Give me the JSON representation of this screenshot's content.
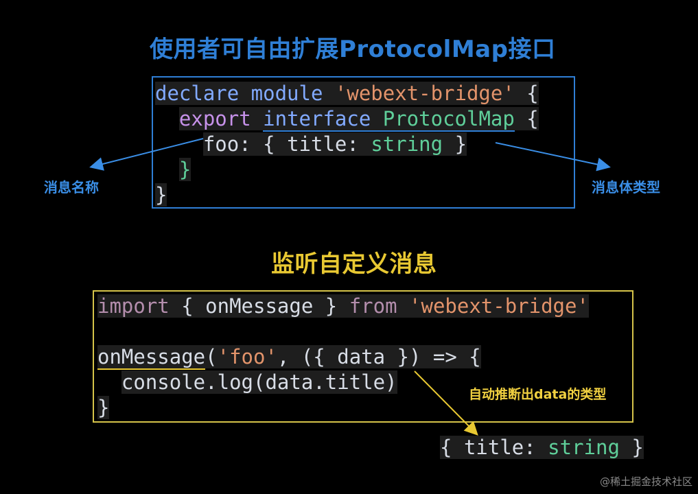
{
  "top": {
    "title": "使用者可自由扩展ProtocolMap接口",
    "code": {
      "line1": {
        "kw": "declare module",
        "str": "'webext-bridge'",
        "brace": "{"
      },
      "line2": {
        "kw": "export",
        "iface": "interface",
        "name": "ProtocolMap",
        "brace": "{"
      },
      "line3": {
        "key": "foo:",
        "open": "{",
        "prop": "title:",
        "type": "string",
        "close": "}"
      },
      "line4": {
        "brace": "}"
      },
      "line5": {
        "brace": "}"
      }
    },
    "annotations": {
      "left": "消息名称",
      "right": "消息体类型"
    }
  },
  "bottom": {
    "title": "监听自定义消息",
    "code": {
      "line1": {
        "import": "import",
        "open": "{",
        "name": "onMessage",
        "close": "}",
        "from": "from",
        "str": "'webext-bridge'"
      },
      "line3": {
        "fn": "onMessage",
        "paren": "(",
        "str": "'foo'",
        "rest": ", ({",
        "data": "data",
        "end": "}) => {"
      },
      "line4": {
        "obj": "console",
        "dot": ".",
        "call": "log(data.title)"
      },
      "line5": {
        "brace": "}"
      }
    },
    "annotation": "自动推断出data的类型",
    "inferred": {
      "open": "{",
      "prop": "title:",
      "type": "string",
      "close": "}"
    }
  },
  "watermark": "@稀土掘金技术社区",
  "colors": {
    "blue": "#2f7fd6",
    "yellow": "#e8c832"
  }
}
